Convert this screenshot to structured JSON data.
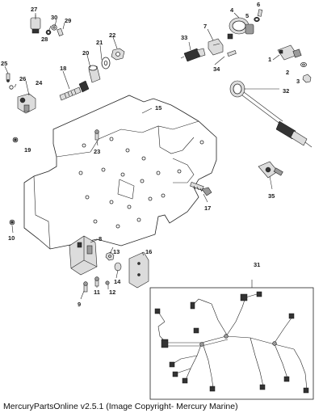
{
  "diagram": {
    "callouts": [
      {
        "id": "27",
        "label": "27"
      },
      {
        "id": "30",
        "label": "30"
      },
      {
        "id": "29",
        "label": "29"
      },
      {
        "id": "28",
        "label": "28"
      },
      {
        "id": "22",
        "label": "22"
      },
      {
        "id": "21",
        "label": "21"
      },
      {
        "id": "20",
        "label": "20"
      },
      {
        "id": "18",
        "label": "18"
      },
      {
        "id": "25",
        "label": "25"
      },
      {
        "id": "26",
        "label": "26"
      },
      {
        "id": "24",
        "label": "24"
      },
      {
        "id": "19",
        "label": "19"
      },
      {
        "id": "15",
        "label": "15"
      },
      {
        "id": "23",
        "label": "23"
      },
      {
        "id": "4",
        "label": "4"
      },
      {
        "id": "6",
        "label": "6"
      },
      {
        "id": "5",
        "label": "5"
      },
      {
        "id": "7",
        "label": "7"
      },
      {
        "id": "33",
        "label": "33"
      },
      {
        "id": "34",
        "label": "34"
      },
      {
        "id": "1",
        "label": "1"
      },
      {
        "id": "2",
        "label": "2"
      },
      {
        "id": "3",
        "label": "3"
      },
      {
        "id": "32",
        "label": "32"
      },
      {
        "id": "35",
        "label": "35"
      },
      {
        "id": "17",
        "label": "17"
      },
      {
        "id": "10",
        "label": "10"
      },
      {
        "id": "8",
        "label": "8"
      },
      {
        "id": "13",
        "label": "13"
      },
      {
        "id": "16",
        "label": "16"
      },
      {
        "id": "14",
        "label": "14"
      },
      {
        "id": "11",
        "label": "11"
      },
      {
        "id": "12",
        "label": "12"
      },
      {
        "id": "9",
        "label": "9"
      },
      {
        "id": "31",
        "label": "31"
      }
    ]
  },
  "footer": {
    "text": "MercuryPartsOnline v2.5.1 (Image Copyright- Mercury Marine)"
  }
}
